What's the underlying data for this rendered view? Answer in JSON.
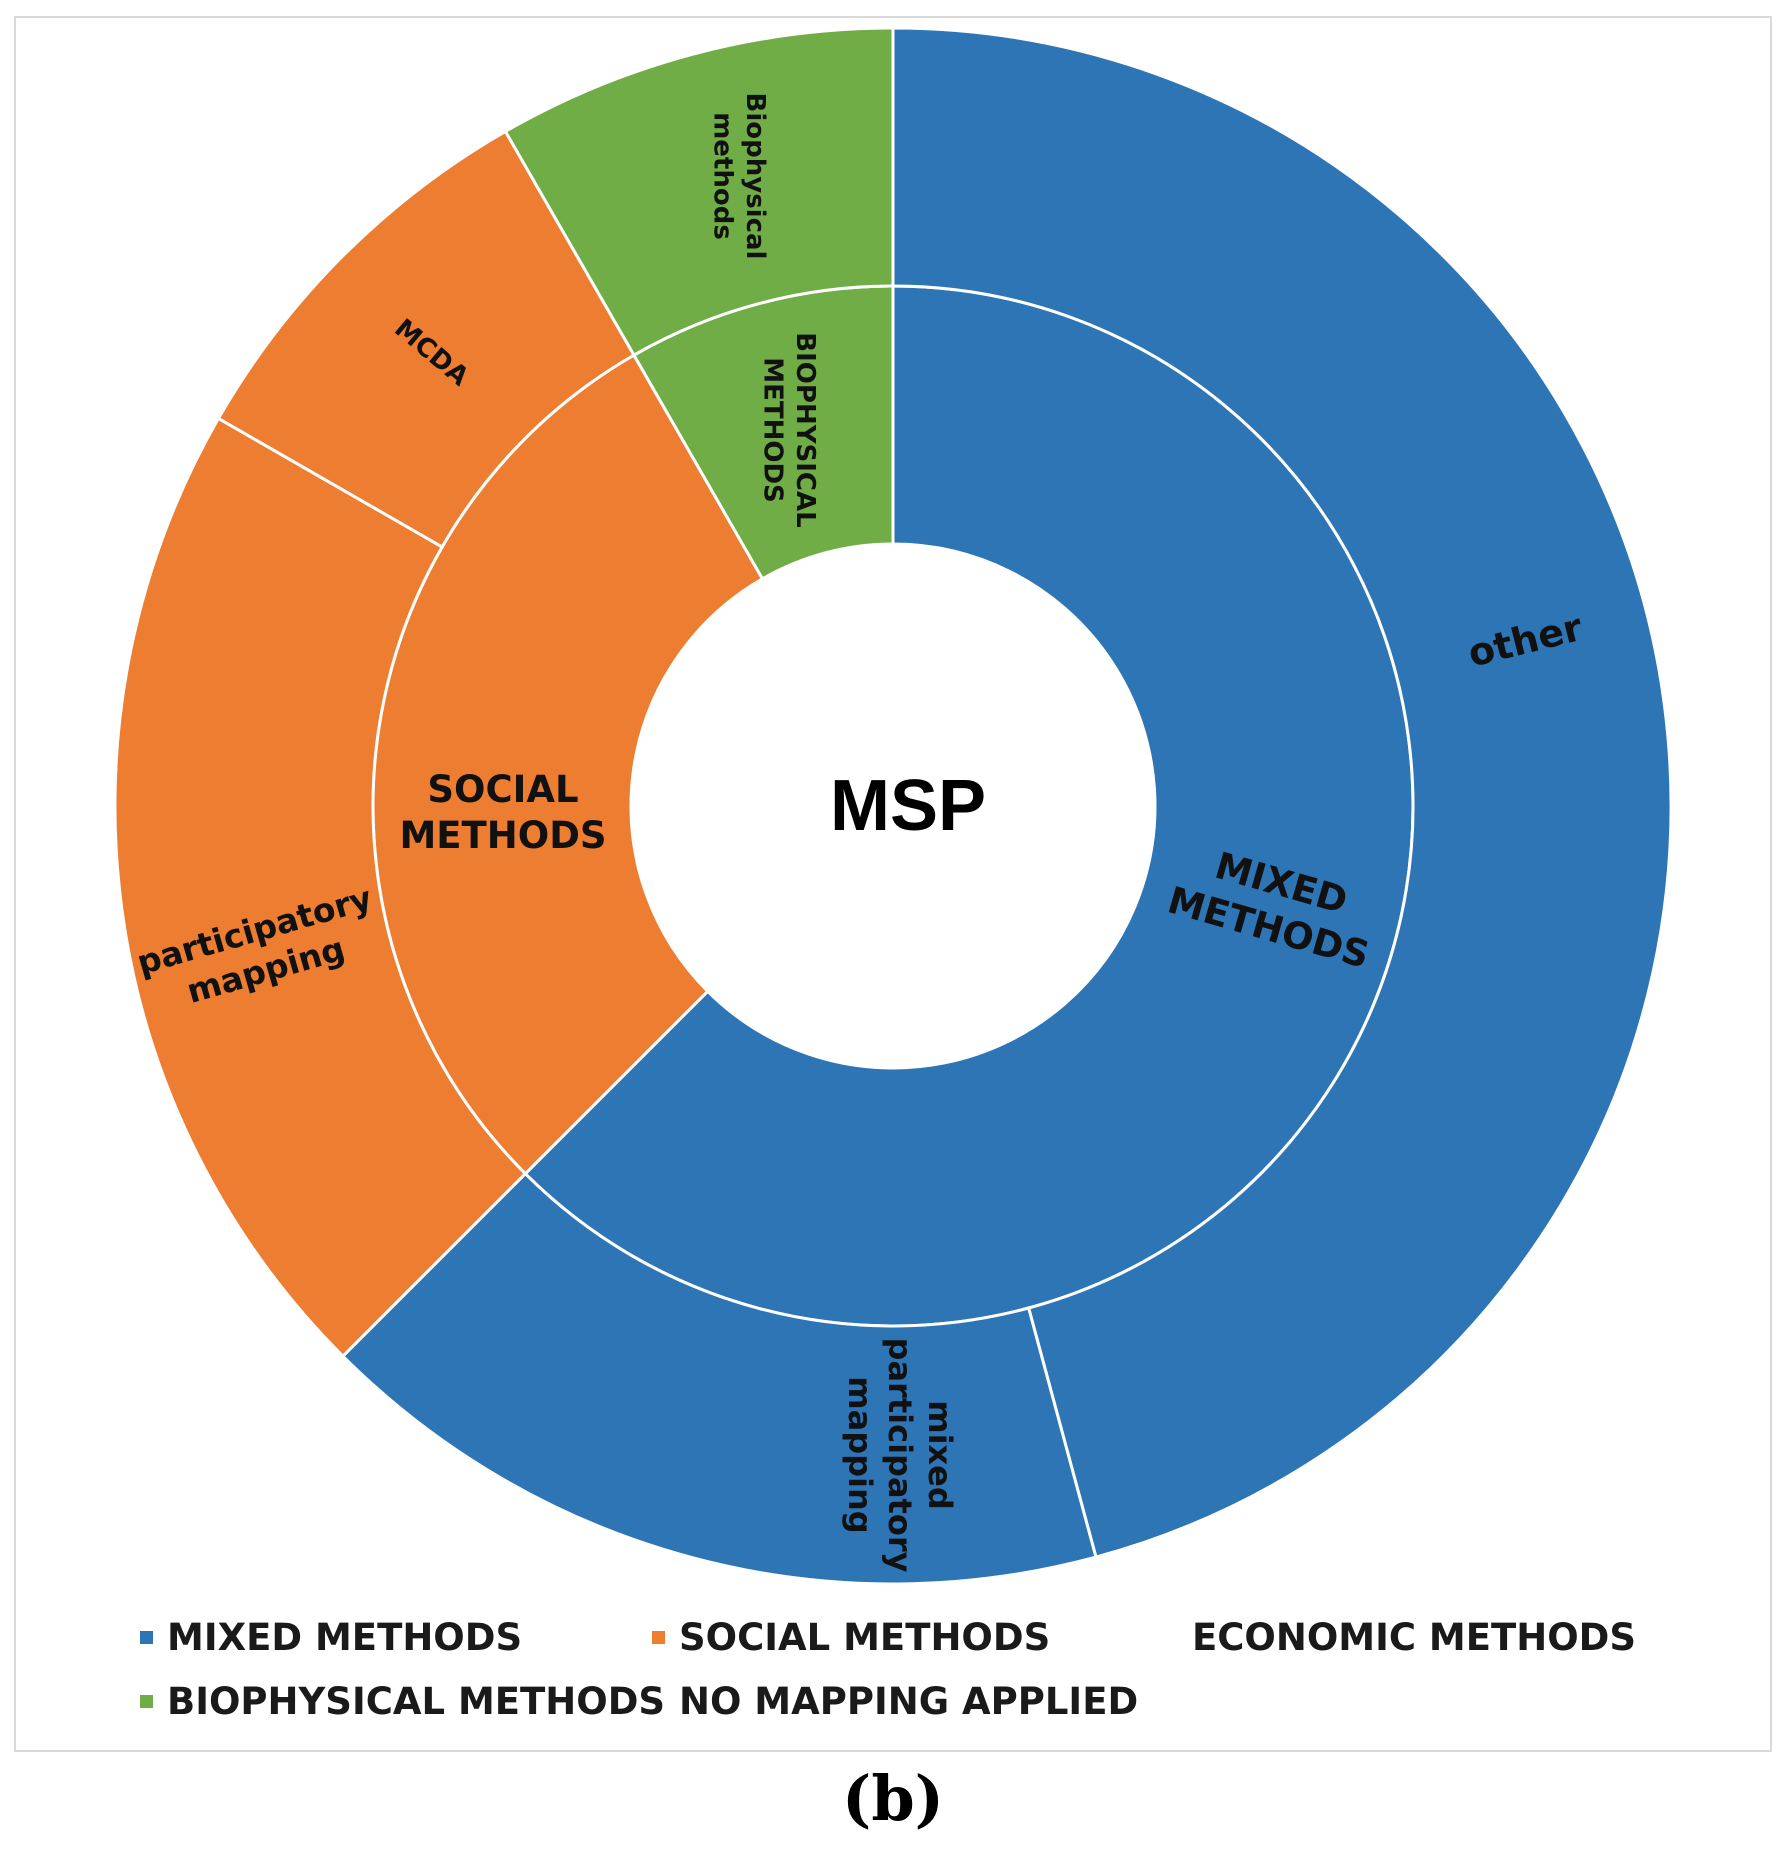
{
  "chart_data": {
    "type": "sunburst",
    "center_label": "MSP",
    "inner_ring": [
      {
        "name": "MIXED METHODS",
        "label": "MIXED METHODS",
        "value": 62.5,
        "color": "#2e75b6"
      },
      {
        "name": "SOCIAL METHODS",
        "label": "SOCIAL METHODS",
        "value": 29.2,
        "color": "#ed7d31"
      },
      {
        "name": "BIOPHYSICAL METHODS",
        "label": "BIOPHYSICAL METHODS",
        "value": 8.3,
        "color": "#70ad47"
      }
    ],
    "outer_ring": [
      {
        "name": "other",
        "parent": "MIXED METHODS",
        "value": 45.8,
        "color": "#2e75b6"
      },
      {
        "name": "mixed participatory mapping",
        "parent": "MIXED METHODS",
        "value": 16.7,
        "color": "#2e75b6"
      },
      {
        "name": "participatory mapping",
        "parent": "SOCIAL METHODS",
        "value": 20.8,
        "color": "#ed7d31"
      },
      {
        "name": "MCDA",
        "parent": "SOCIAL METHODS",
        "value": 8.4,
        "color": "#ed7d31"
      },
      {
        "name": "Biophysical methods",
        "parent": "BIOPHYSICAL METHODS",
        "value": 8.3,
        "color": "#70ad47"
      }
    ],
    "legend": [
      {
        "label": "MIXED METHODS",
        "color": "#2e75b6"
      },
      {
        "label": "SOCIAL METHODS",
        "color": "#ed7d31"
      },
      {
        "label": "ECONOMIC METHODS",
        "color": ""
      },
      {
        "label": "BIOPHYSICAL METHODS",
        "color": "#70ad47"
      },
      {
        "label": "NO MAPPING APPLIED",
        "color": ""
      }
    ],
    "legend_position": "bottom"
  },
  "caption": "(b)"
}
